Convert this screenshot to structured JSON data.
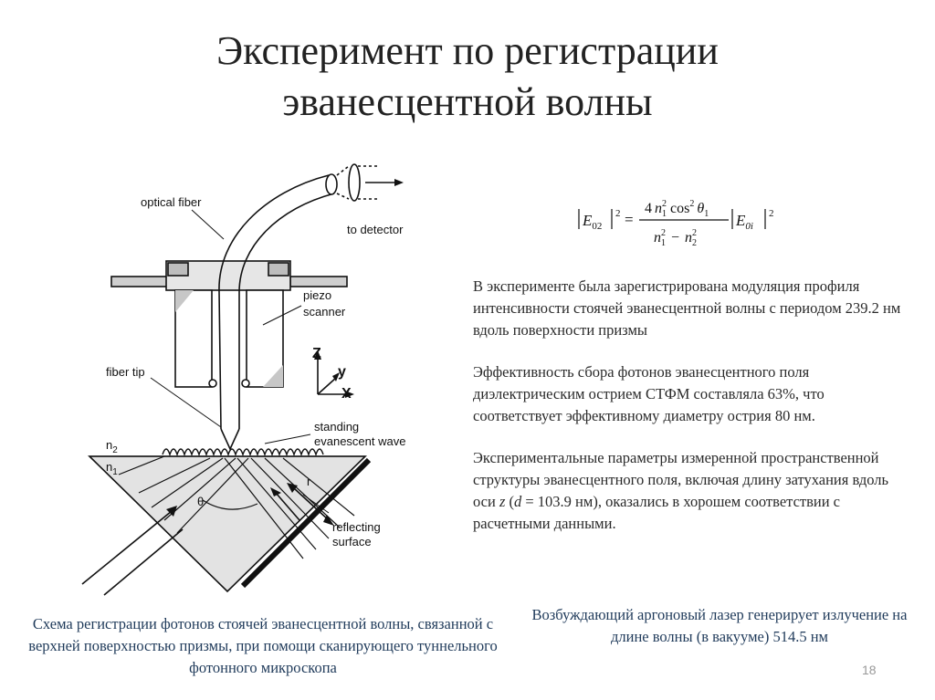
{
  "title": {
    "line1": "Эксперимент по регистрации",
    "line2": "эванесцентной волны"
  },
  "diagram": {
    "labels": {
      "optical_fiber": "optical fiber",
      "to_detector": "to detector",
      "piezo": "piezo",
      "scanner": "scanner",
      "fiber_tip": "fiber tip",
      "standing": "standing",
      "evanescent_wave": "evanescent wave",
      "n2": "n",
      "n2_sub": "2",
      "n1": "n",
      "n1_sub": "1",
      "theta": "θ",
      "r": "r",
      "reflecting": "reflecting",
      "surface": "surface",
      "axis_z": "Z",
      "axis_y": "y",
      "axis_x": "X"
    }
  },
  "formula": {
    "lhs_E": "E",
    "lhs_sub": "02",
    "lhs_exp": "2",
    "num_coef": "4",
    "num_n": "n",
    "num_n_sub": "1",
    "num_n_exp": "2",
    "num_cos": "cos",
    "num_cos_exp": "2",
    "num_theta": "θ",
    "num_theta_sub": "1",
    "den_n1": "n",
    "den_n1_sub": "1",
    "den_n1_exp": "2",
    "den_minus": "−",
    "den_n2": "n",
    "den_n2_sub": "2",
    "den_n2_exp": "2",
    "rhs_E": "E",
    "rhs_sub": "0i",
    "rhs_exp": "2",
    "equals": "="
  },
  "paragraphs": {
    "p1": "В эксперименте была зарегистрирована модуляция профиля интенсивности стоячей эванесцентной волны с периодом 239.2 нм вдоль поверхности призмы",
    "p2": "Эффективность сбора фотонов эванесцентного поля диэлектрическим острием СТФМ составляла 63%, что соответствует эффективному диаметру острия 80 нм.",
    "p3_a": "Экспериментальные параметры измеренной пространственной структуры эванесцентного поля, включая длину затухания вдоль оси ",
    "p3_z": "z",
    "p3_b": " (",
    "p3_d": "d",
    "p3_c": " = 103.9 нм), оказались в хорошем соответствии с расчетными данными."
  },
  "caption_left": "Схема регистрации фотонов стоячей эванесцентной волны, связанной с верхней поверхностью призмы, при помощи сканирующего туннельного фотонного микроскопа",
  "caption_right": "Возбуждающий аргоновый лазер генерирует излучение на длине волны (в вакууме) 514.5 нм",
  "page_number": "18",
  "colors": {
    "caption": "#1f3a5a",
    "text": "#2a2a2a",
    "page_number": "#999999"
  }
}
